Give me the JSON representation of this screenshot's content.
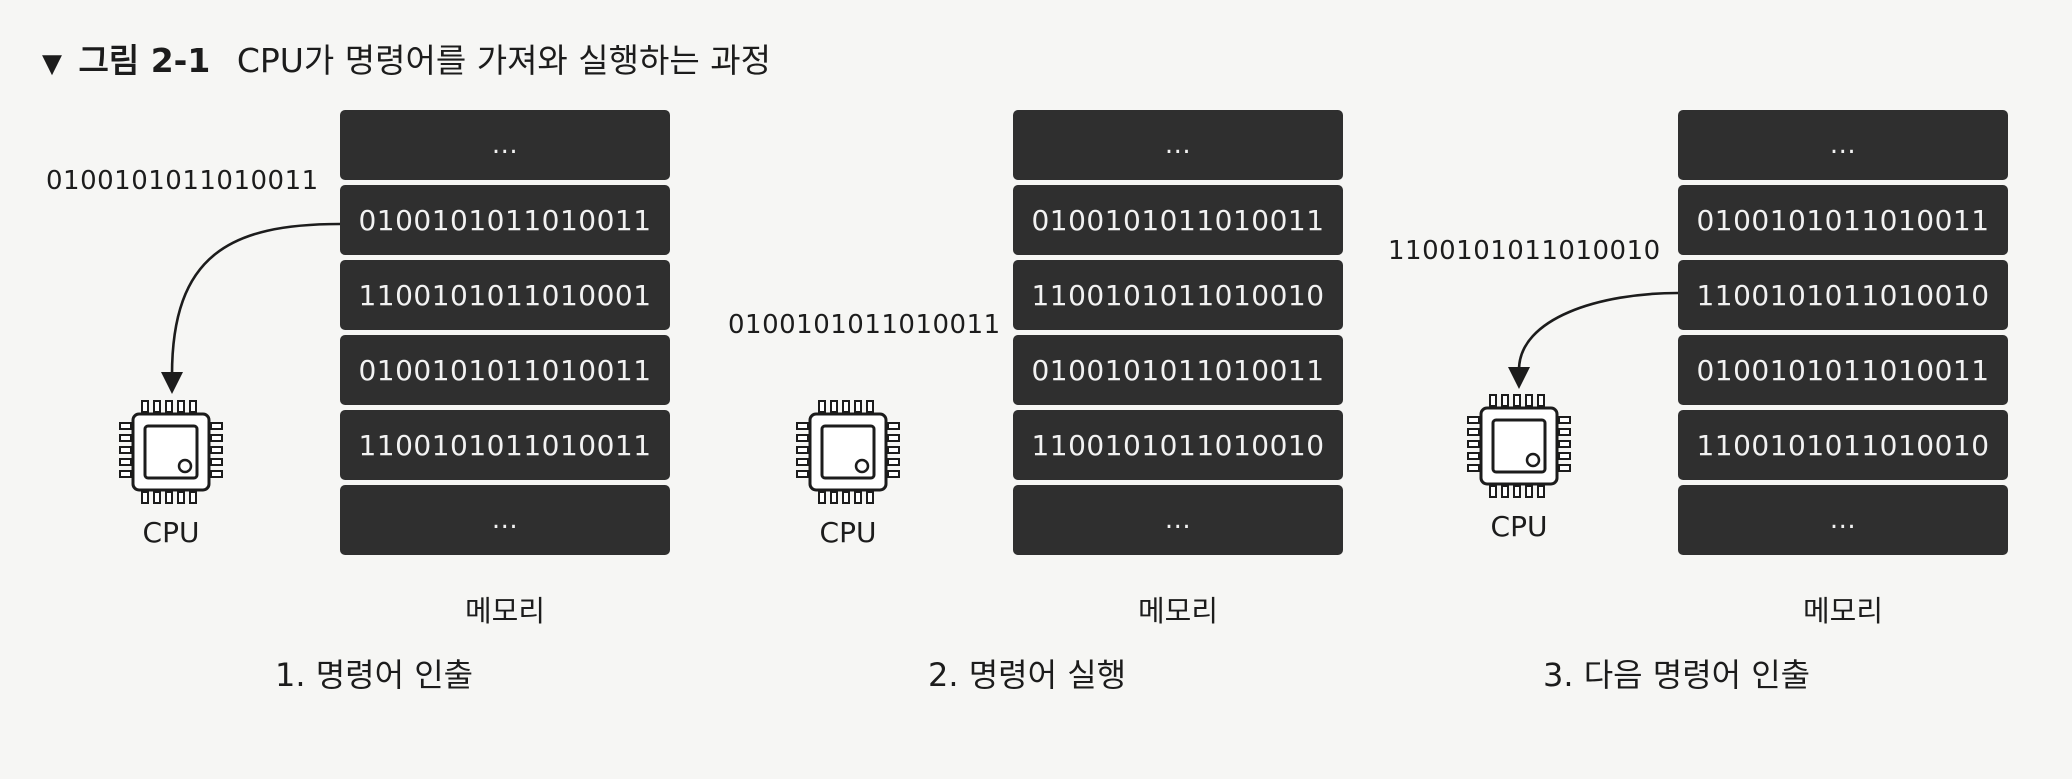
{
  "caption": {
    "marker": "▼",
    "label": "그림 2-1",
    "text": "CPU가 명령어를 가져와 실행하는 과정"
  },
  "panels": [
    {
      "memory_cells": [
        "...",
        "0100101011010011",
        "1100101011010001",
        "0100101011010011",
        "1100101011010011",
        "..."
      ],
      "floating_value": "0100101011010011",
      "cpu_label": "CPU",
      "memory_label": "메모리",
      "step_label": "1. 명령어 인출"
    },
    {
      "memory_cells": [
        "...",
        "0100101011010011",
        "1100101011010010",
        "0100101011010011",
        "1100101011010010",
        "..."
      ],
      "floating_value": "0100101011010011",
      "cpu_label": "CPU",
      "memory_label": "메모리",
      "step_label": "2. 명령어 실행"
    },
    {
      "memory_cells": [
        "...",
        "0100101011010011",
        "1100101011010010",
        "0100101011010011",
        "1100101011010010",
        "..."
      ],
      "floating_value": "1100101011010010",
      "cpu_label": "CPU",
      "memory_label": "메모리",
      "step_label": "3. 다음 명령어 인출"
    }
  ],
  "icons": {
    "cpu": "cpu-chip-icon",
    "arrow": "curved-arrow-icon"
  }
}
